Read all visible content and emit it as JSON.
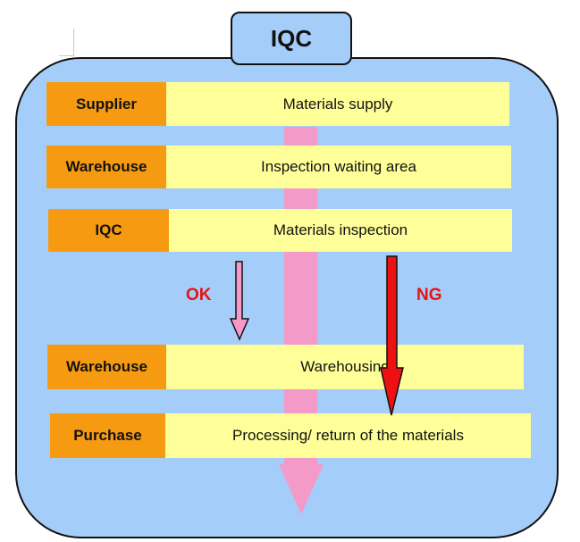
{
  "title": "IQC",
  "rows": [
    {
      "role": "Supplier",
      "step": "Materials supply"
    },
    {
      "role": "Warehouse",
      "step": "Inspection waiting area"
    },
    {
      "role": "IQC",
      "step": "Materials inspection"
    },
    {
      "role": "Warehouse",
      "step": "Warehousing"
    },
    {
      "role": "Purchase",
      "step": "Processing/ return of the materials"
    }
  ],
  "branches": {
    "ok": {
      "label": "OK",
      "color": "#f49ac8"
    },
    "ng": {
      "label": "NG",
      "color": "#ee1111"
    }
  },
  "colors": {
    "panel": "#a4cef9",
    "role_box": "#f69b11",
    "step_box": "#ffff99",
    "flow_arrow": "#f49ac8",
    "verdict_text": "#e81212"
  }
}
